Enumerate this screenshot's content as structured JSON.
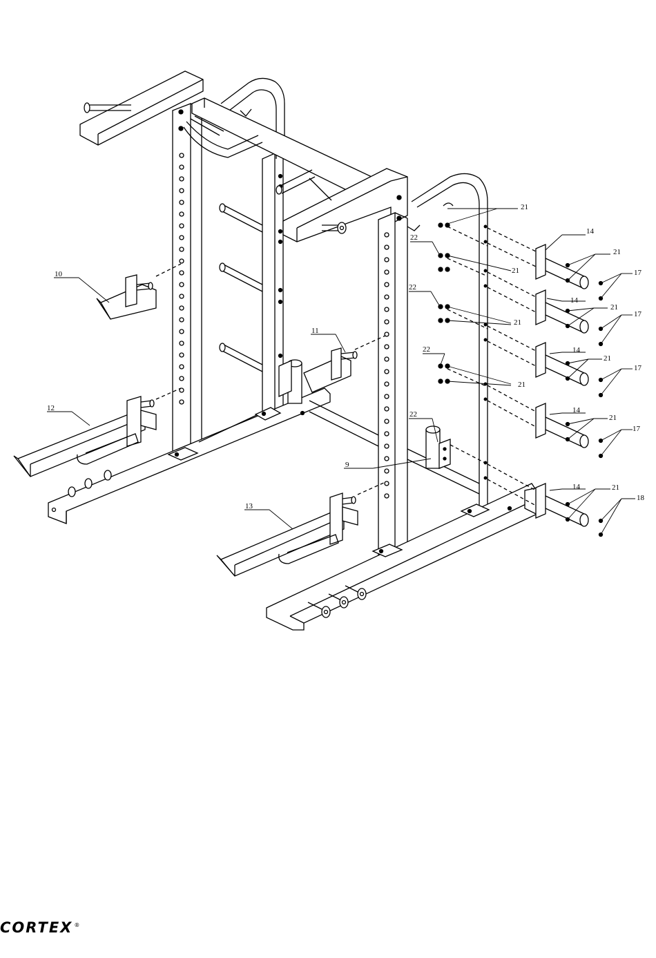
{
  "labels": {
    "p9": "9",
    "p10": "10",
    "p11": "11",
    "p12": "12",
    "p13": "13",
    "p14": "14",
    "p17": "17",
    "p18": "18",
    "p21": "21",
    "p22": "22"
  },
  "brand": {
    "name": "CORTEX",
    "reg": "®"
  }
}
